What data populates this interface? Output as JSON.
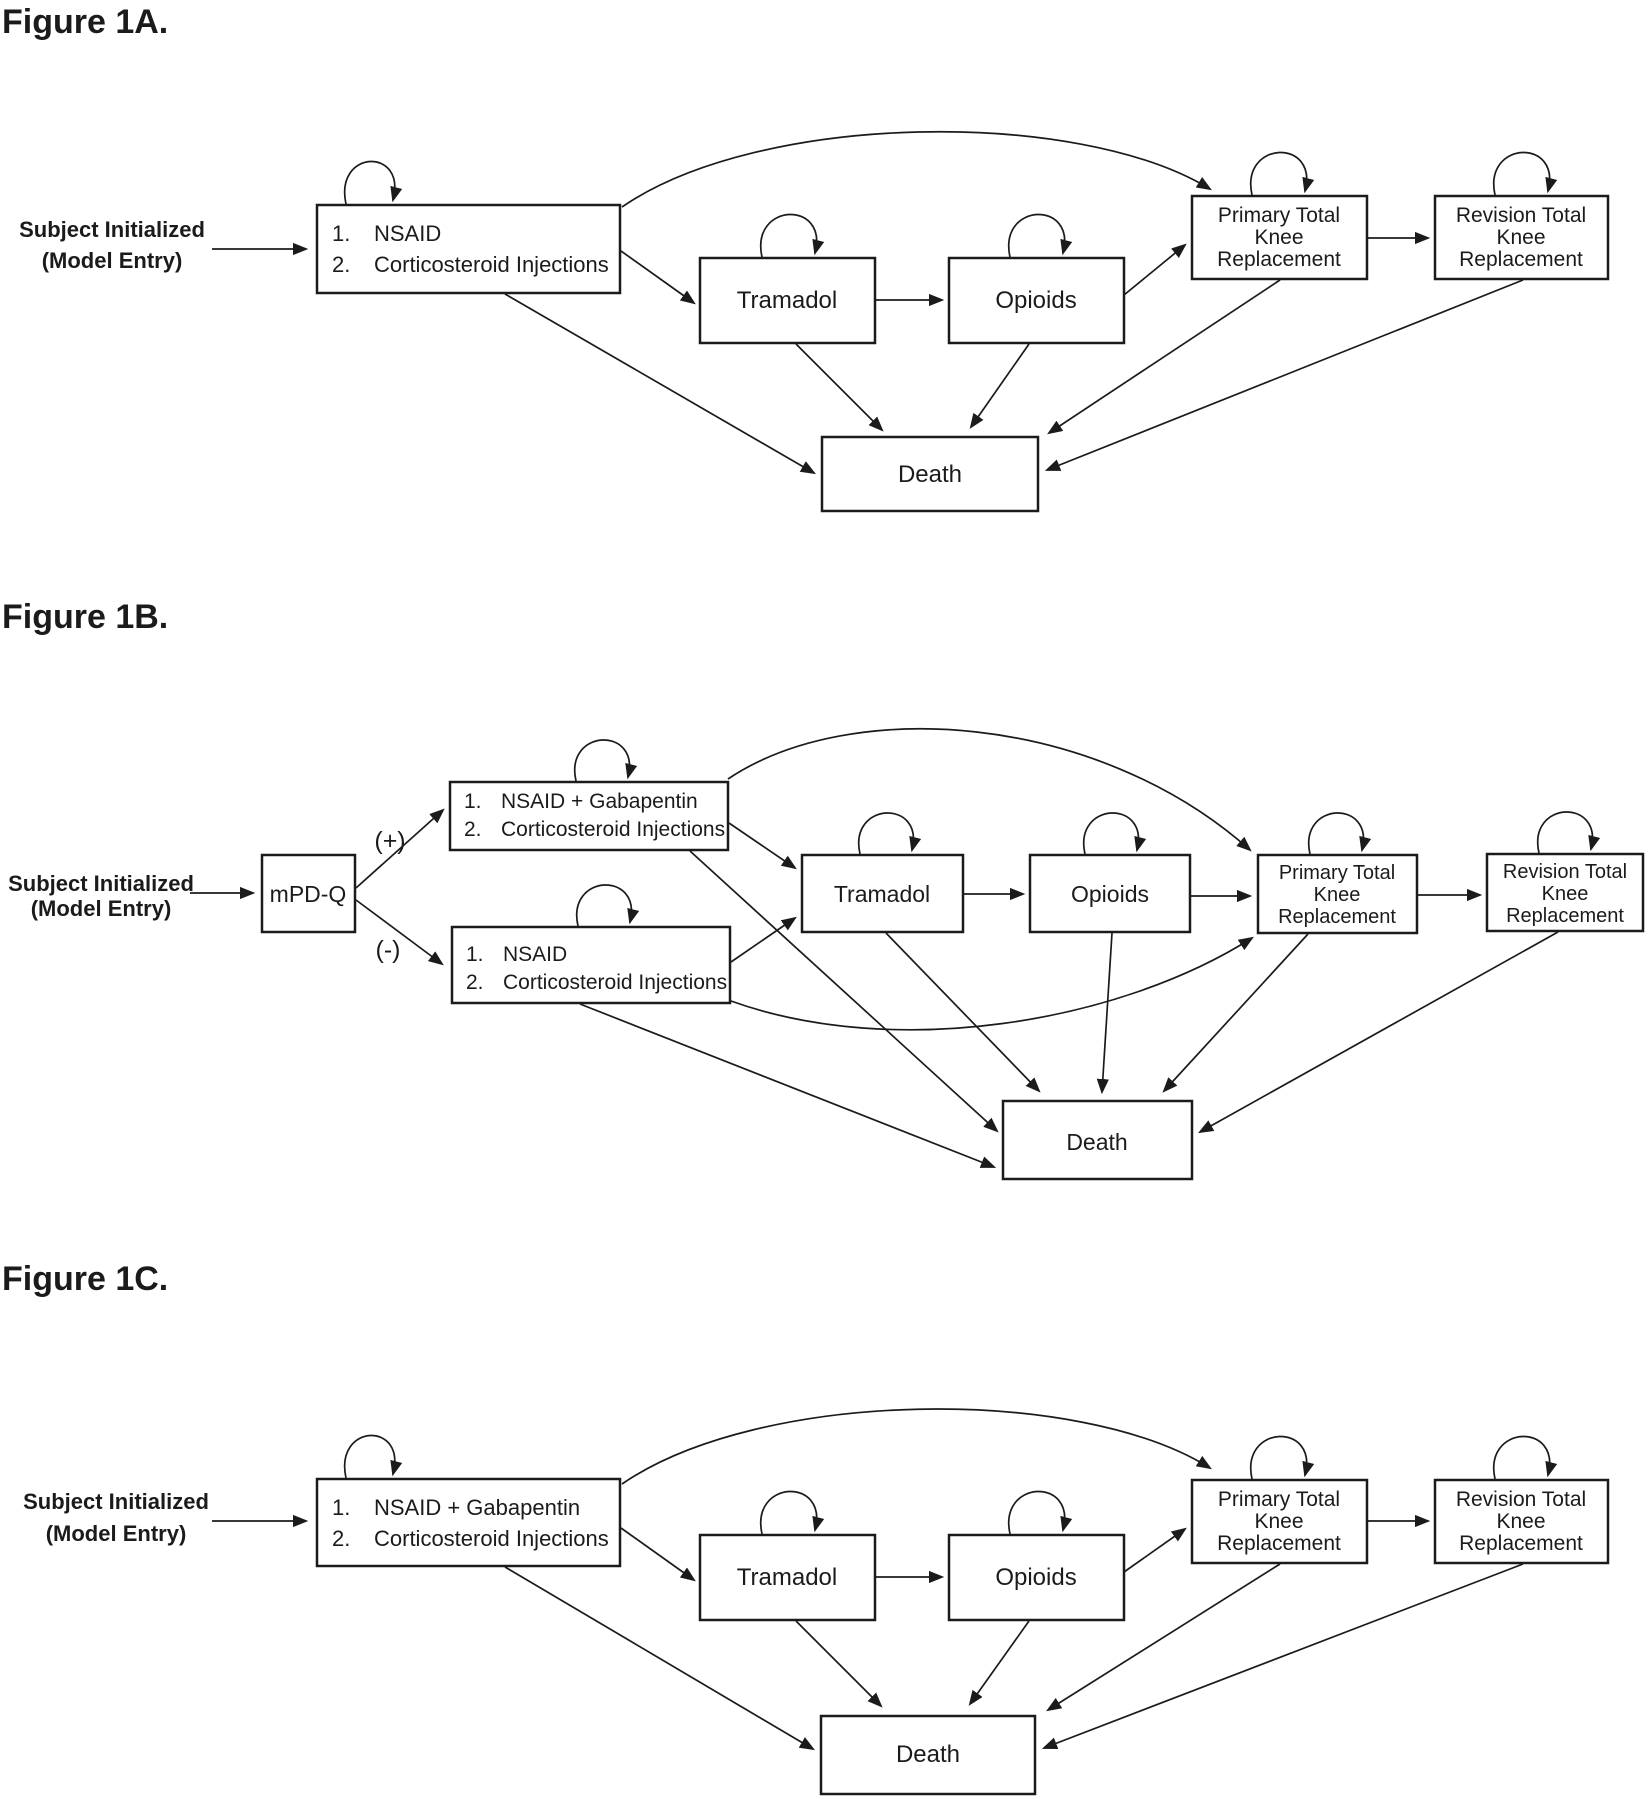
{
  "figures": [
    {
      "title": "Figure 1A.",
      "entry_label": {
        "line1": "Subject Initialized",
        "line2": "(Model Entry)"
      },
      "initial": {
        "item1_num": "1.",
        "item1": "NSAID",
        "item2_num": "2.",
        "item2": "Corticosteroid Injections"
      },
      "tramadol": "Tramadol",
      "opioids": "Opioids",
      "primary": {
        "l1": "Primary Total",
        "l2": "Knee",
        "l3": "Replacement"
      },
      "revision": {
        "l1": "Revision Total",
        "l2": "Knee",
        "l3": "Replacement"
      },
      "death": "Death"
    },
    {
      "title": "Figure 1B.",
      "entry_label": {
        "line1": "Subject Initialized",
        "line2": "(Model Entry)"
      },
      "screener": "mPD-Q",
      "branch_positive": "(+)",
      "branch_negative": "(-)",
      "positive_initial": {
        "item1_num": "1.",
        "item1": "NSAID + Gabapentin",
        "item2_num": "2.",
        "item2": "Corticosteroid Injections"
      },
      "negative_initial": {
        "item1_num": "1.",
        "item1": "NSAID",
        "item2_num": "2.",
        "item2": "Corticosteroid Injections"
      },
      "tramadol": "Tramadol",
      "opioids": "Opioids",
      "primary": {
        "l1": "Primary Total",
        "l2": "Knee",
        "l3": "Replacement"
      },
      "revision": {
        "l1": "Revision Total",
        "l2": "Knee",
        "l3": "Replacement"
      },
      "death": "Death"
    },
    {
      "title": "Figure 1C.",
      "entry_label": {
        "line1": "Subject Initialized",
        "line2": "(Model Entry)"
      },
      "initial": {
        "item1_num": "1.",
        "item1": "NSAID + Gabapentin",
        "item2_num": "2.",
        "item2": "Corticosteroid Injections"
      },
      "tramadol": "Tramadol",
      "opioids": "Opioids",
      "primary": {
        "l1": "Primary Total",
        "l2": "Knee",
        "l3": "Replacement"
      },
      "revision": {
        "l1": "Revision Total",
        "l2": "Knee",
        "l3": "Replacement"
      },
      "death": "Death"
    }
  ]
}
